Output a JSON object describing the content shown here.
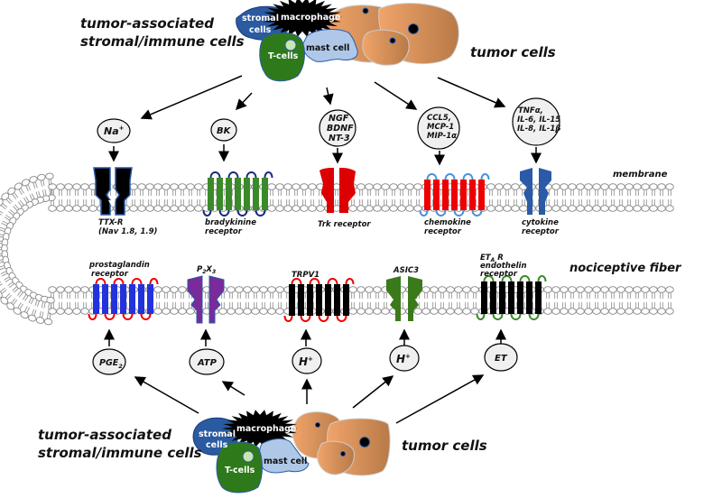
{
  "diagram": {
    "top_cluster": {
      "stromal_label_line1": "tumor-associated",
      "stromal_label_line2": "stromal/immune cells",
      "tumor_label": "tumor cells",
      "cells": {
        "stromal_line1": "stromal",
        "stromal_line2": "cells",
        "macrophage": "macrophage",
        "t_cells": "T-cells",
        "mast_cell": "mast cell"
      }
    },
    "bottom_cluster": {
      "stromal_label_line1": "tumor-associated",
      "stromal_label_line2": "stromal/immune cells",
      "tumor_label": "tumor cells",
      "cells": {
        "stromal_line1": "stromal",
        "stromal_line2": "cells",
        "macrophage": "macrophage",
        "t_cells": "T-cells",
        "mast_cell": "mast cell"
      }
    },
    "membrane_label": "membrane",
    "fiber_label": "nociceptive fiber",
    "top_mediators": [
      {
        "lines": [
          "Na",
          "+"
        ]
      },
      {
        "lines": [
          "BK"
        ]
      },
      {
        "lines": [
          "NGF",
          "BDNF",
          "NT-3"
        ]
      },
      {
        "lines": [
          "CCL5,",
          "MCP-1",
          "MIP-1α"
        ]
      },
      {
        "lines": [
          "TNFα,",
          "IL-6, IL-15",
          "IL-8, IL-1β"
        ]
      }
    ],
    "top_receptors": [
      {
        "name": "ttx-r",
        "lines": [
          "TTX-R",
          "(Nav 1.8, 1.9)"
        ]
      },
      {
        "name": "bradykinin",
        "lines": [
          "bradykinine",
          "receptor"
        ]
      },
      {
        "name": "trk",
        "lines": [
          "Trk receptor"
        ]
      },
      {
        "name": "chemokine",
        "lines": [
          "chemokine",
          "receptor"
        ]
      },
      {
        "name": "cytokine",
        "lines": [
          "cytokine",
          "receptor"
        ]
      }
    ],
    "bottom_receptors": [
      {
        "name": "prostaglandin",
        "lines": [
          "prostaglandin",
          "receptor"
        ]
      },
      {
        "name": "p2x3",
        "lines": [
          "P",
          "2",
          "X",
          "3"
        ]
      },
      {
        "name": "trpv1",
        "lines": [
          "TRPV1"
        ]
      },
      {
        "name": "asic3",
        "lines": [
          "ASIC3"
        ]
      },
      {
        "name": "etar",
        "lines": [
          "ET",
          "A",
          " R",
          "endothelin",
          "receptor"
        ]
      }
    ],
    "bottom_mediators": [
      {
        "lines": [
          "PGE",
          "2"
        ]
      },
      {
        "lines": [
          "ATP"
        ]
      },
      {
        "lines": [
          "H",
          "+"
        ]
      },
      {
        "lines": [
          "H",
          "+"
        ]
      },
      {
        "lines": [
          "ET"
        ]
      }
    ],
    "colors": {
      "ttx_r": "#000000",
      "ttx_r_outline": "#2a5aa8",
      "bradykinin_helix": "#3a8a2a",
      "bradykinin_loop": "#1a2a80",
      "trk": "#dd0000",
      "chemokine_helix": "#ee0000",
      "chemokine_loop": "#4a90d9",
      "cytokine": "#2a5aa8",
      "prostaglandin_helix": "#2233dd",
      "prostaglandin_loop": "#ee0000",
      "p2x3": "#7a2a9a",
      "trpv1_helix": "#000000",
      "trpv1_loop": "#ee0000",
      "asic3": "#3a7a1a",
      "etar_helix": "#000000",
      "etar_loop": "#3a8a2a",
      "stromal": "#2a5aa0",
      "tcell": "#2e7a1a",
      "mast": "#b0c8e8",
      "tumor": "#e0955a"
    }
  }
}
